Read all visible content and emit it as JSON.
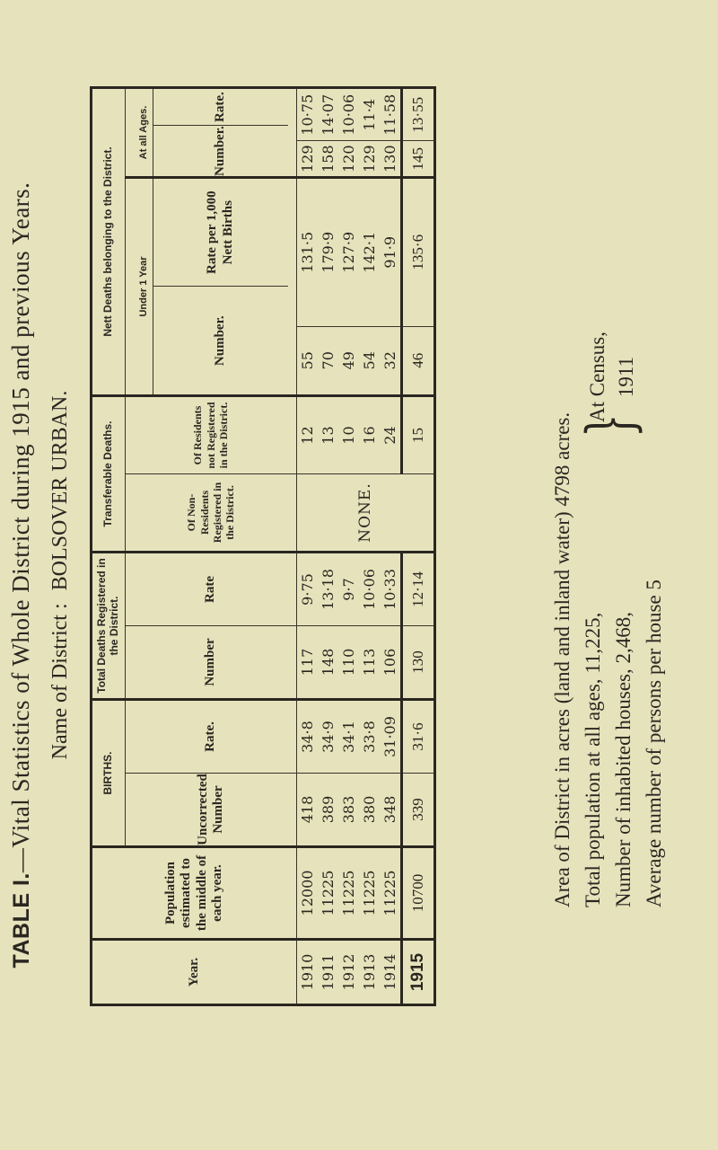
{
  "document": {
    "title_prefix": "TABLE I.",
    "title": "—Vital Statistics of Whole District during 1915 and previous Years.",
    "district_label": "Name of District :",
    "district_name": "BOLSOVER URBAN."
  },
  "table": {
    "headers": {
      "year": "Year.",
      "population": "Population estimated to the middle of each year.",
      "births_group": "BIRTHS.",
      "births_number": "Uncorrected Number",
      "births_rate": "Rate.",
      "total_deaths_group": "Total Deaths Registered in the District.",
      "total_deaths_number": "Number",
      "total_deaths_rate": "Rate",
      "transferable_group": "Transferable Deaths.",
      "transferable_nonresidents": "Of Non-Residents Registered in the District.",
      "transferable_residents": "Of Residents not Registered in the District.",
      "nett_group": "Nett Deaths belonging to the District.",
      "under1_group": "Under 1 Year",
      "under1_number": "Number.",
      "under1_rate": "Rate per 1,000 Nett Births",
      "allages_group": "At all Ages.",
      "allages_number": "Number.",
      "allages_rate": "Rate."
    },
    "rows": [
      {
        "year": "1910",
        "population": "12000",
        "births_number": "418",
        "births_rate": "34·8",
        "deaths_number": "117",
        "deaths_rate": "9·75",
        "nonresidents": "NONE.",
        "residents_not_registered": "12",
        "under1_number": "55",
        "under1_rate": "131·5",
        "allages_number": "129",
        "allages_rate": "10·75"
      },
      {
        "year": "1911",
        "population": "11225",
        "births_number": "389",
        "births_rate": "34·9",
        "deaths_number": "148",
        "deaths_rate": "13·18",
        "nonresidents": "NONE.",
        "residents_not_registered": "13",
        "under1_number": "70",
        "under1_rate": "179·9",
        "allages_number": "158",
        "allages_rate": "14·07"
      },
      {
        "year": "1912",
        "population": "11225",
        "births_number": "383",
        "births_rate": "34·1",
        "deaths_number": "110",
        "deaths_rate": "9·7",
        "nonresidents": "NONE.",
        "residents_not_registered": "10",
        "under1_number": "49",
        "under1_rate": "127·9",
        "allages_number": "120",
        "allages_rate": "10·06"
      },
      {
        "year": "1913",
        "population": "11225",
        "births_number": "380",
        "births_rate": "33·8",
        "deaths_number": "113",
        "deaths_rate": "10·06",
        "nonresidents": "NONE.",
        "residents_not_registered": "16",
        "under1_number": "54",
        "under1_rate": "142·1",
        "allages_number": "129",
        "allages_rate": "11·4"
      },
      {
        "year": "1914",
        "population": "11225",
        "births_number": "348",
        "births_rate": "31·09",
        "deaths_number": "106",
        "deaths_rate": "10·33",
        "nonresidents": "NONE.",
        "residents_not_registered": "24",
        "under1_number": "32",
        "under1_rate": "91·9",
        "allages_number": "130",
        "allages_rate": "11·58"
      }
    ],
    "row_1915": {
      "year": "1915",
      "population": "10700",
      "births_number": "339",
      "births_rate": "31·6",
      "deaths_number": "130",
      "deaths_rate": "12·14",
      "nonresidents": "",
      "residents_not_registered": "15",
      "under1_number": "46",
      "under1_rate": "135·6",
      "allages_number": "145",
      "allages_rate": "13·55"
    },
    "nonresidents_all": "NONE."
  },
  "footer": {
    "area": "Area of District in acres (land and inland water) 4798 acres.",
    "population": "Total population at all ages, 11,225,",
    "houses": "Number of inhabited houses, 2,468,",
    "persons": "Average number of persons per house 5",
    "census_label": "At Census,",
    "census_year": "1911"
  }
}
